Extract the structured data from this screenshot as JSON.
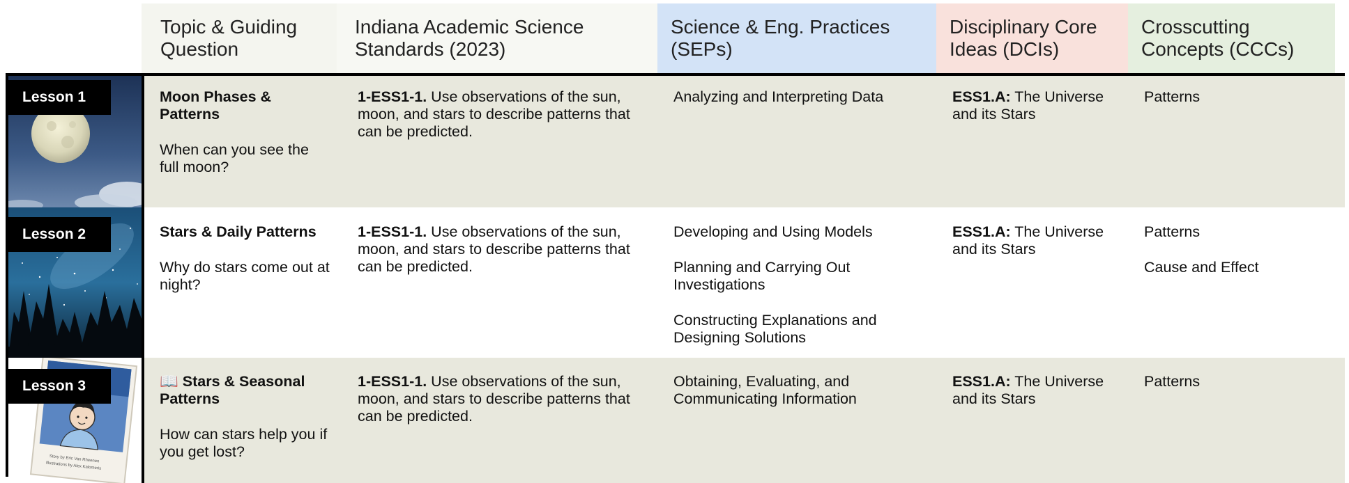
{
  "header": {
    "topic": "Topic & Guiding Question",
    "standards": "Indiana Academic Science Standards (2023)",
    "seps": "Science & Eng. Practices (SEPs)",
    "dcis": "Disciplinary Core Ideas (DCIs)",
    "cccs": "Crosscutting Concepts (CCCs)"
  },
  "colors": {
    "sep_header": "#d3e3f7",
    "dci_header": "#f9e1dc",
    "ccc_header": "#e5efdf",
    "shaded_row": "#e8e8dd"
  },
  "lessons": [
    {
      "tag": "Lesson 1",
      "image": "full-moon-night-sky",
      "title": "Moon Phases & Patterns",
      "question": "When can you see the full moon?",
      "standard_code": "1-ESS1-1.",
      "standard_text": " Use observations of the sun, moon, and stars to describe patterns that can be predicted.",
      "seps": [
        "Analyzing and Interpreting Data"
      ],
      "dci_code": "ESS1.A:",
      "dci_text": " The Universe and its Stars",
      "cccs": [
        "Patterns"
      ]
    },
    {
      "tag": "Lesson 2",
      "image": "starry-sky-over-trees",
      "title": "Stars & Daily Patterns",
      "question": "Why do stars come out at night?",
      "standard_code": "1-ESS1-1.",
      "standard_text": " Use observations of the sun, moon, and stars to describe patterns that can be predicted.",
      "seps": [
        "Developing and Using Models",
        "Planning and Carrying Out Investigations",
        "Constructing Explanations and Designing Solutions"
      ],
      "dci_code": "ESS1.A:",
      "dci_text": " The Universe and its Stars",
      "cccs": [
        "Patterns",
        "Cause and Effect"
      ]
    },
    {
      "tag": "Lesson 3",
      "image": "book-cover-boy",
      "book_icon": "📖",
      "title": " Stars & Seasonal Patterns",
      "question": "How can stars help you if you get lost?",
      "book_credits": [
        "Story by Eric Van Rheenen",
        "Illustrations by Alex Kalomeris"
      ],
      "standard_code": "1-ESS1-1.",
      "standard_text": " Use observations of the sun, moon, and stars to describe patterns that can be predicted.",
      "seps": [
        "Obtaining, Evaluating, and Communicating Information"
      ],
      "dci_code": "ESS1.A:",
      "dci_text": " The Universe and its Stars",
      "cccs": [
        "Patterns"
      ]
    }
  ]
}
